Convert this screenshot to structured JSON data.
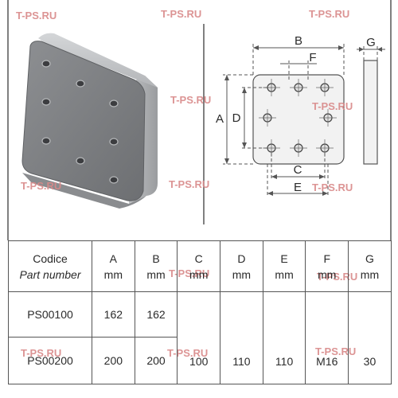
{
  "watermark": "T-PS.RU",
  "drawing": {
    "labels": {
      "A": "A",
      "B": "B",
      "C": "C",
      "D": "D",
      "E": "E",
      "F": "F",
      "G": "G"
    }
  },
  "table": {
    "headers": [
      {
        "line1": "Codice",
        "line2": "Part number"
      },
      {
        "line1": "A",
        "line2": "mm"
      },
      {
        "line1": "B",
        "line2": "mm"
      },
      {
        "line1": "C",
        "line2": "mm"
      },
      {
        "line1": "D",
        "line2": "mm"
      },
      {
        "line1": "E",
        "line2": "mm"
      },
      {
        "line1": "F",
        "line2": "mm"
      },
      {
        "line1": "G",
        "line2": "mm"
      }
    ],
    "rows": [
      {
        "code": "PS00100",
        "a": "162",
        "b": "162"
      },
      {
        "code": "PS00200",
        "a": "200",
        "b": "200"
      }
    ],
    "shared": {
      "c": "100",
      "d": "110",
      "e": "110",
      "f": "M16",
      "g": "30"
    }
  }
}
